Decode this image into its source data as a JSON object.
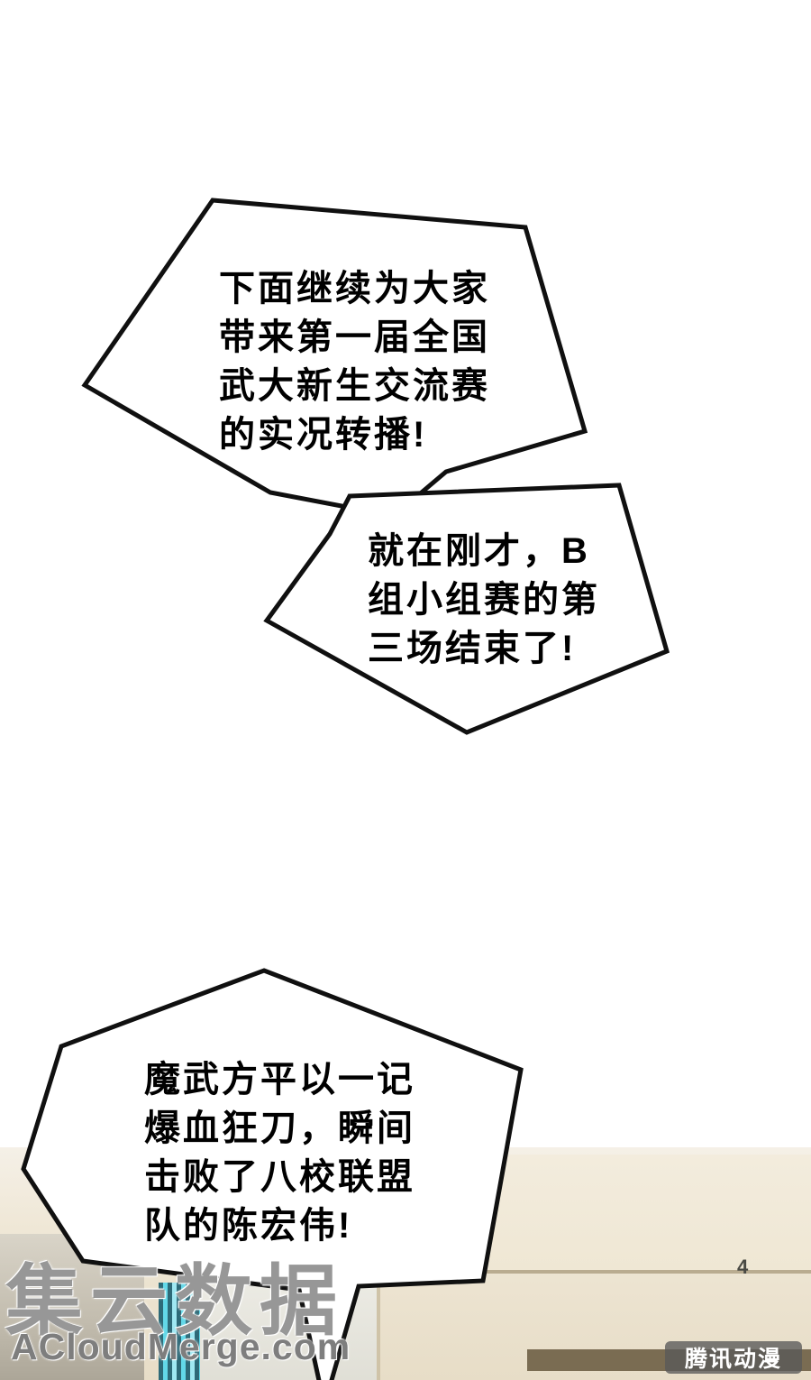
{
  "page": {
    "type": "comic-page"
  },
  "bubbles": [
    {
      "id": "bubble-1",
      "lines": [
        "下面继续为大家",
        "带来第一届全国",
        "武大新生交流赛",
        "的实况转播!"
      ]
    },
    {
      "id": "bubble-2",
      "lines": [
        "就在刚才，B",
        "组小组赛的第",
        "三场结束了!"
      ]
    },
    {
      "id": "bubble-3",
      "lines": [
        "魔武方平以一记",
        "爆血狂刀，瞬间",
        "击败了八校联盟",
        "队的陈宏伟!"
      ]
    }
  ],
  "watermark": {
    "cn": "集云数据",
    "en": "ACloudMerge.com"
  },
  "publisher_badge": {
    "label": "腾讯动漫"
  },
  "scene": {
    "panel_label": "4"
  },
  "colors": {
    "bubble_fill": "#ffffff",
    "bubble_stroke": "#101010",
    "watermark_gray": "#7d7d7d",
    "badge_bg": "#585858",
    "window_teal": "#62d8e8",
    "scene_beige": "#efe7d6",
    "scene_brown_band": "#7a6c52"
  }
}
